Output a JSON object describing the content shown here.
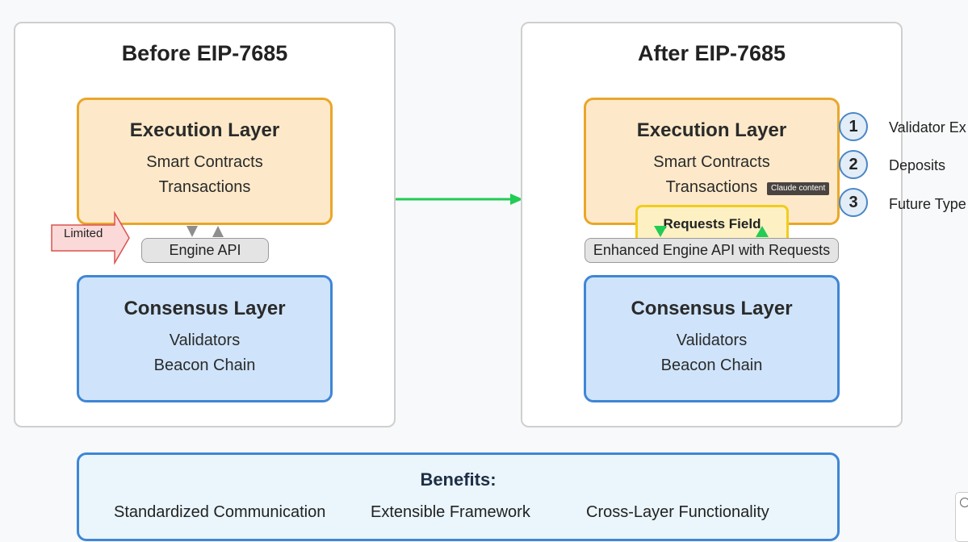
{
  "before": {
    "title": "Before EIP-7685",
    "execution": {
      "title": "Execution Layer",
      "items": [
        "Smart Contracts",
        "Transactions"
      ]
    },
    "api": "Engine API",
    "limited": "Limited",
    "consensus": {
      "title": "Consensus Layer",
      "items": [
        "Validators",
        "Beacon Chain"
      ]
    }
  },
  "after": {
    "title": "After EIP-7685",
    "execution": {
      "title": "Execution Layer",
      "items": [
        "Smart Contracts",
        "Transactions"
      ]
    },
    "requests_field": "Requests Field",
    "api": "Enhanced Engine API with Requests",
    "consensus": {
      "title": "Consensus Layer",
      "items": [
        "Validators",
        "Beacon Chain"
      ]
    },
    "request_types": [
      {
        "num": "1",
        "label": "Validator Ex"
      },
      {
        "num": "2",
        "label": "Deposits"
      },
      {
        "num": "3",
        "label": "Future Type"
      }
    ]
  },
  "tooltip": "Claude content",
  "benefits": {
    "title": "Benefits:",
    "items": [
      "Standardized Communication",
      "Extensible Framework",
      "Cross-Layer Functionality"
    ]
  },
  "colors": {
    "execution": "#eaa62a",
    "consensus": "#3f86d6",
    "arrow": "#22cc55",
    "limited": "#d9534f"
  }
}
